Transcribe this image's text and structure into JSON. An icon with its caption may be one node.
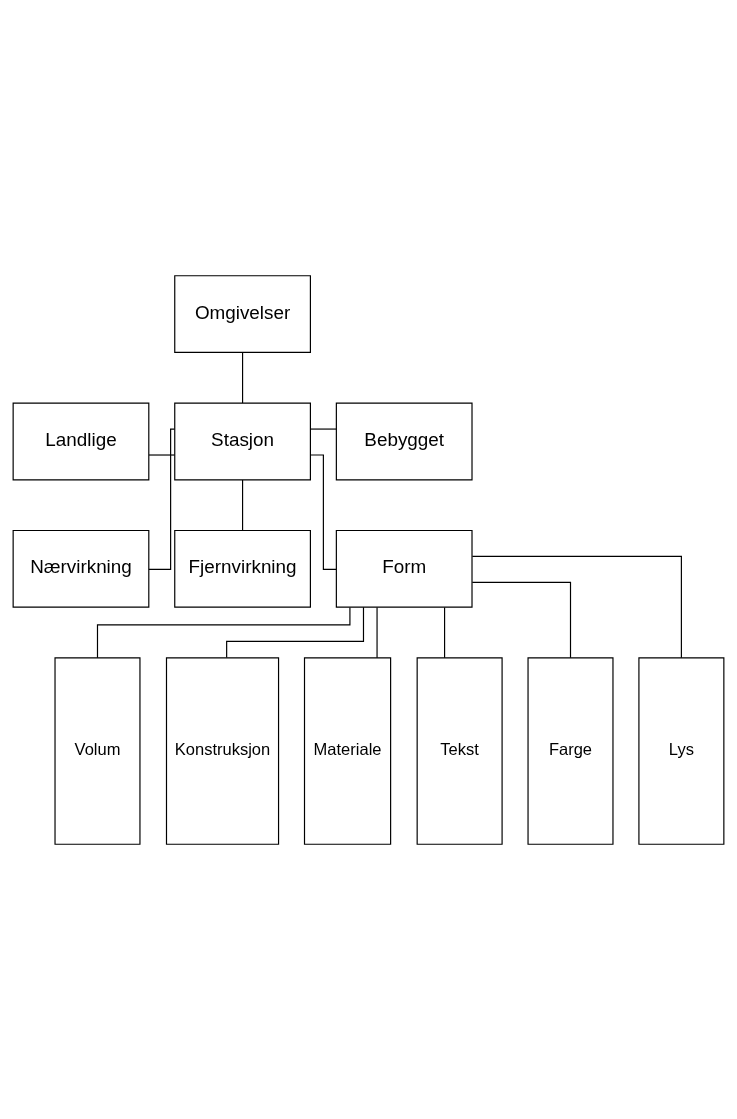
{
  "diagram": {
    "nodes": [
      {
        "text": [
          "Omgivelser"
        ]
      },
      {
        "text": [
          "Landlige"
        ]
      },
      {
        "text": [
          "Stasjon"
        ]
      },
      {
        "text": [
          "Bebygget"
        ]
      },
      {
        "text": [
          "Nærvirkning"
        ]
      },
      {
        "text": [
          "Fjernvirkning"
        ]
      },
      {
        "text": [
          "Form"
        ]
      },
      {
        "text": [
          "Volum"
        ]
      },
      {
        "text": [
          "Konstruksjon"
        ]
      },
      {
        "text": [
          "Materiale"
        ]
      },
      {
        "text": [
          "Tekst"
        ]
      },
      {
        "text": [
          "Farge"
        ]
      },
      {
        "text": [
          "Lys"
        ]
      }
    ],
    "edges": [
      {
        "from": 0,
        "to": 2,
        "arrow": "none"
      },
      {
        "from": 1,
        "to": 2,
        "arrow": "none"
      },
      {
        "from": 2,
        "to": 3,
        "arrow": "none"
      },
      {
        "from": 2,
        "to": 4,
        "arrow": "none"
      },
      {
        "from": 2,
        "to": 5,
        "arrow": "none"
      },
      {
        "from": 2,
        "to": 6,
        "arrow": "none"
      },
      {
        "from": 6,
        "to": 7,
        "arrow": "none"
      },
      {
        "from": 6,
        "to": 8,
        "arrow": "none"
      },
      {
        "from": 6,
        "to": 9,
        "arrow": "none"
      },
      {
        "from": 6,
        "to": 10,
        "arrow": "none"
      },
      {
        "from": 6,
        "to": 11,
        "arrow": "none"
      },
      {
        "from": 6,
        "to": 12,
        "arrow": "none"
      }
    ]
  }
}
